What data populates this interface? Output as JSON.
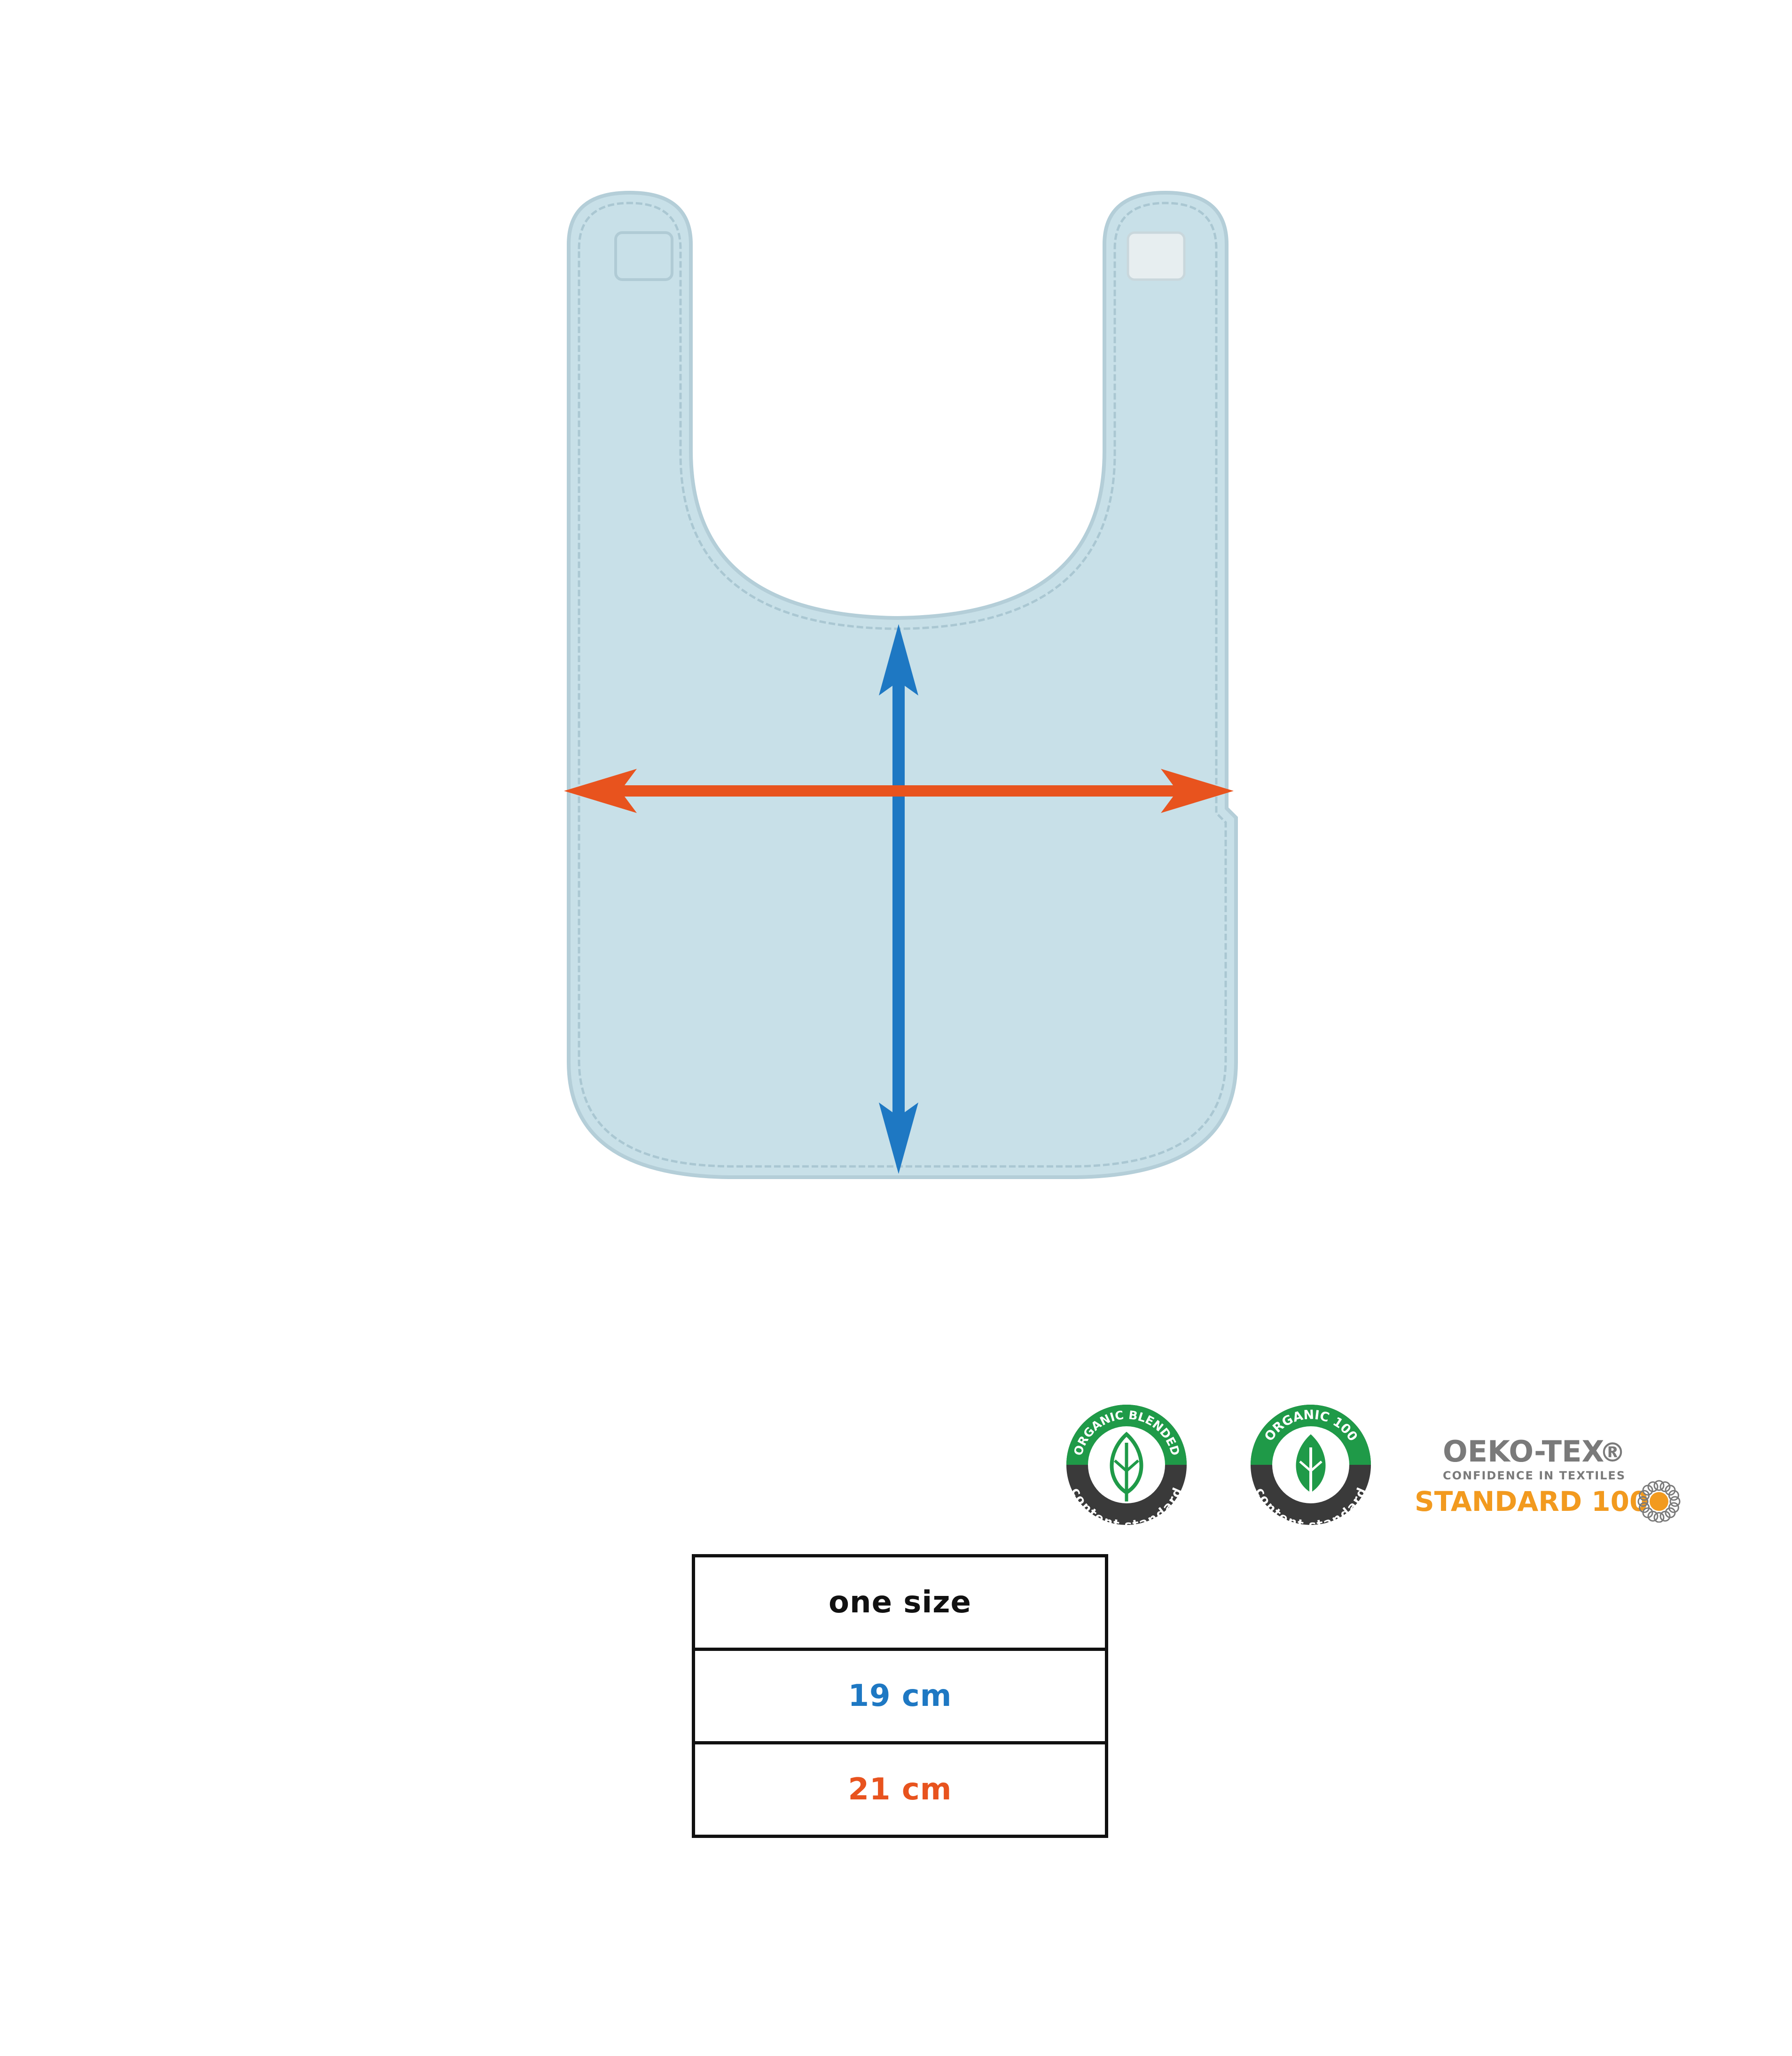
{
  "colors": {
    "background": "#ffffff",
    "bib_fill": "#c8e0e8",
    "bib_stitch": "#aac7d2",
    "bib_outline": "#b4ced8",
    "length_arrow": "#1e78c3",
    "width_arrow": "#e8531e",
    "table_border": "#111111",
    "organic_green": "#1f9a48",
    "organic_ring": "#3a3a3a",
    "oeko_gray": "#7a7a7a",
    "oeko_orange": "#f29a1f"
  },
  "diagram": {
    "length_arrow_icon": "vertical-double-arrow",
    "width_arrow_icon": "horizontal-double-arrow"
  },
  "certifications": {
    "organic_blended": {
      "icon": "leaf-icon",
      "top_text": "ORGANIC BLENDED",
      "bottom_text": "content standard"
    },
    "organic_100": {
      "icon": "leaf-icon",
      "top_text": "ORGANIC 100",
      "bottom_text": "content standard"
    },
    "oeko_tex": {
      "icon": "flower-emblem-icon",
      "title": "OEKO-TEX",
      "registered": "®",
      "tagline": "CONFIDENCE IN TEXTILES",
      "standard": "STANDARD 100"
    }
  },
  "size_table": {
    "header": "one size",
    "length": "19 cm",
    "width": "21 cm"
  }
}
